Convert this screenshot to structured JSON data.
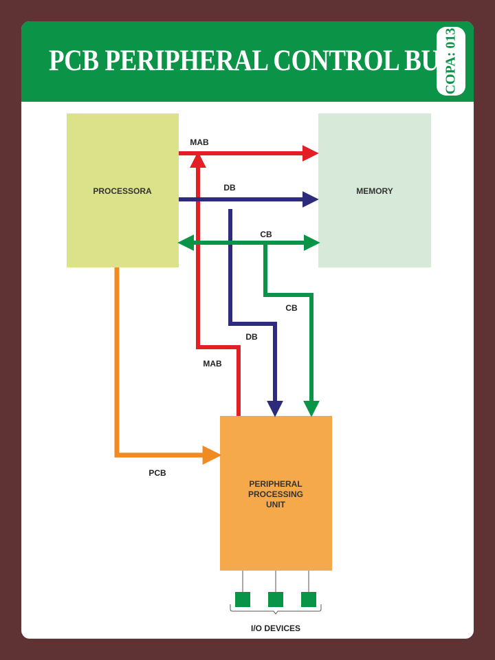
{
  "header": {
    "title": "PCB PERIPHERAL CONTROL BUS",
    "badge": "COPA: 013"
  },
  "blocks": {
    "processor": "PROCESSORA",
    "memory": "MEMORY",
    "ppu_line1": "PERIPHERAL",
    "ppu_line2": "PROCESSING",
    "ppu_line3": "UNIT",
    "io_devices": "I/O DEVICES"
  },
  "buses": {
    "mab_top": "MAB",
    "db_top": "DB",
    "cb_top": "CB",
    "cb_side": "CB",
    "db_side": "DB",
    "mab_side": "MAB",
    "pcb": "PCB"
  },
  "colors": {
    "background": "#5f3333",
    "header": "#0b9447",
    "processor_block": "#dbe28a",
    "memory_block": "#d7ead9",
    "ppu_block": "#f6a94a",
    "mab_bus": "#e31e24",
    "db_bus": "#2e2a7c",
    "cb_bus": "#0a9447",
    "pcb_bus": "#f08a22",
    "io_device": "#0a9447"
  },
  "io_device_count": 3
}
